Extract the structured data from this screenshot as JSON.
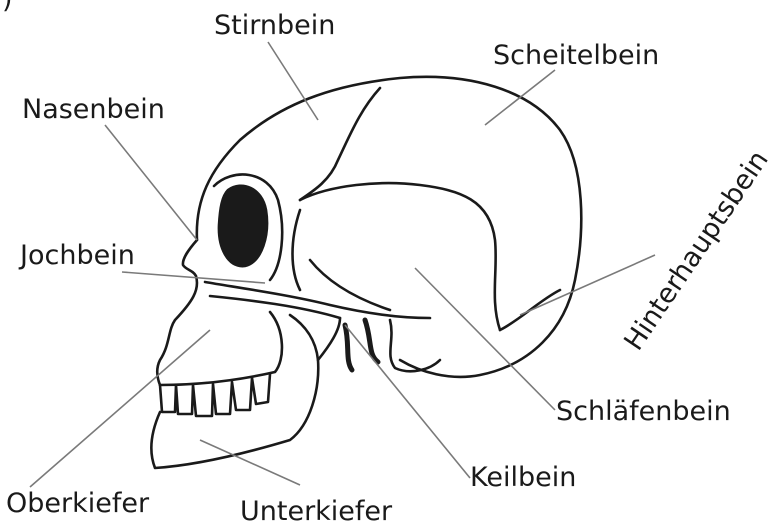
{
  "labels": {
    "frontal": "Stirnbein",
    "parietal": "Scheitelbein",
    "nasal": "Nasenbein",
    "occipital": "Hinterhauptsbein",
    "zygomatic": "Jochbein",
    "temporal": "Schläfenbein",
    "sphenoid": "Keilbein",
    "maxilla": "Oberkiefer",
    "mandible": "Unterkiefer",
    "corner_fragment": ")"
  },
  "colors": {
    "ink": "#1a1a1a",
    "leader_line": "#7a7a7a",
    "background": "#ffffff"
  }
}
